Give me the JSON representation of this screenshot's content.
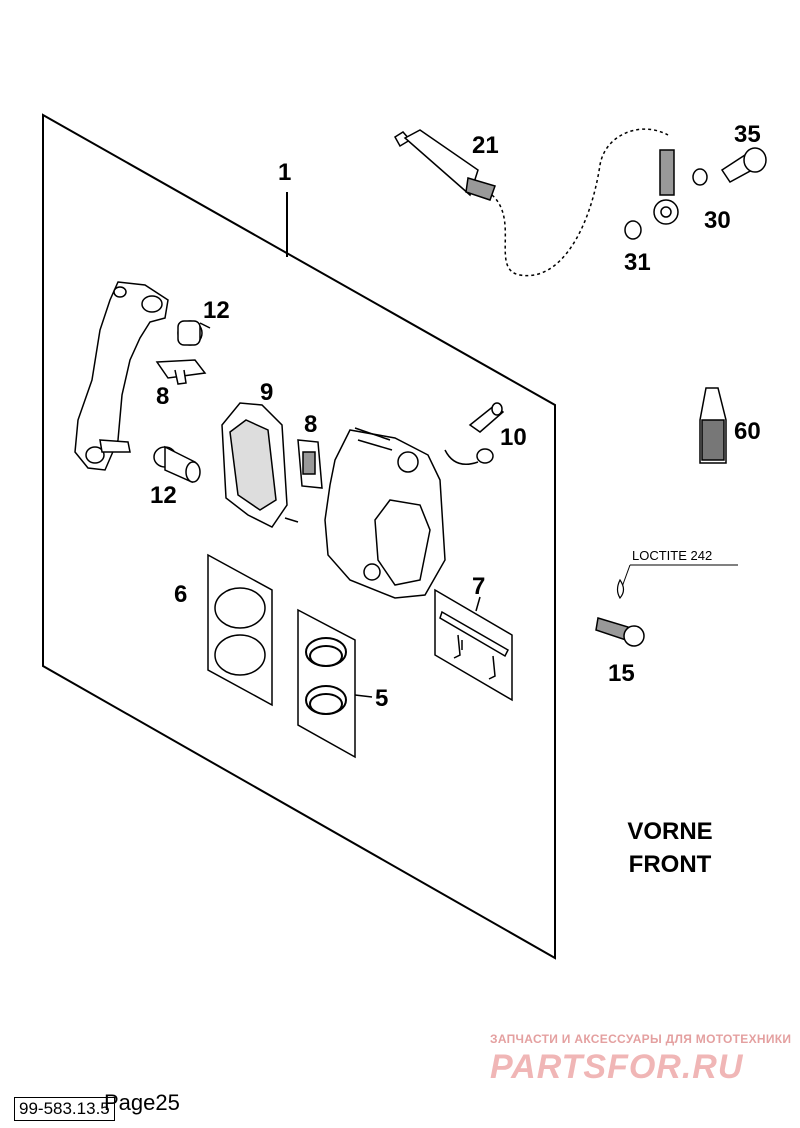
{
  "callouts": {
    "c1": "1",
    "c5": "5",
    "c6": "6",
    "c7": "7",
    "c8a": "8",
    "c8b": "8",
    "c9": "9",
    "c10": "10",
    "c12a": "12",
    "c12b": "12",
    "c15": "15",
    "c21": "21",
    "c30": "30",
    "c31": "31",
    "c35": "35",
    "c60": "60"
  },
  "note_loctite": "LOCTITE 242",
  "direction": {
    "line1": "VORNE",
    "line2": "FRONT"
  },
  "footer": {
    "code": "99-583.13.5",
    "page": "Page25"
  },
  "watermark": {
    "tagline": "ЗАПЧАСТИ И АКСЕССУАРЫ ДЛЯ МОТОТЕХНИКИ",
    "logo": "PARTSFOR.RU"
  }
}
